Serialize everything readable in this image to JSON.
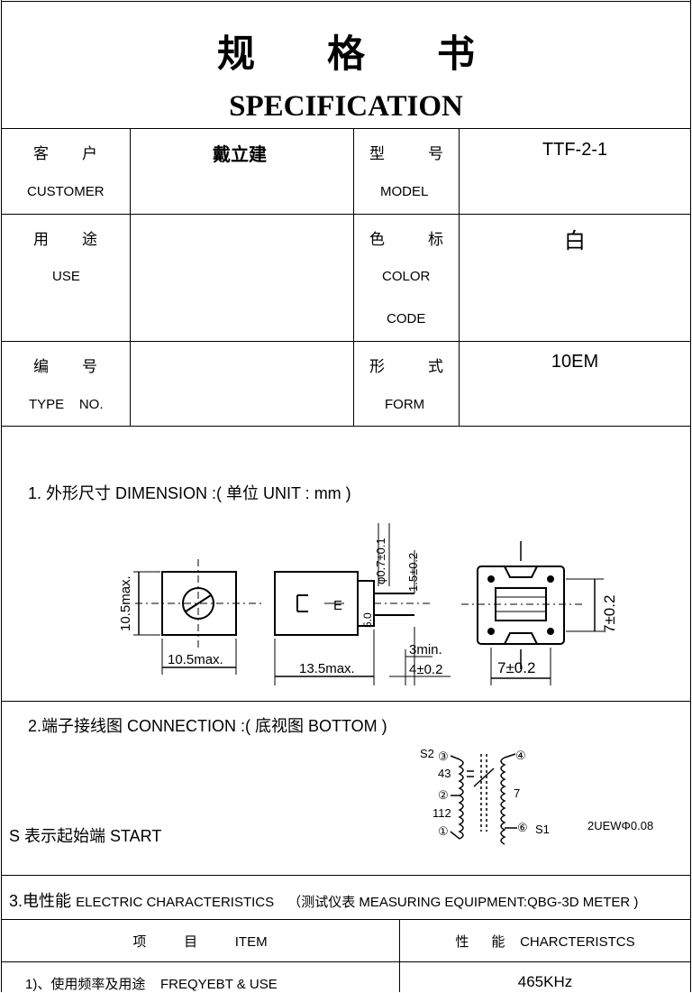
{
  "header": {
    "title_cn": [
      "规",
      "格",
      "书"
    ],
    "title_en": "SPECIFICATION"
  },
  "info": {
    "customer": {
      "label_cn": [
        "客",
        "户"
      ],
      "label_en": "CUSTOMER",
      "value": "戴立建"
    },
    "model": {
      "label_cn": [
        "型",
        "号"
      ],
      "label_en": "MODEL",
      "value": "TTF-2-1"
    },
    "use": {
      "label_cn": [
        "用",
        "途"
      ],
      "label_en": "USE",
      "value": ""
    },
    "color": {
      "label_cn": [
        "色",
        "标"
      ],
      "label_en_1": "COLOR",
      "label_en_2": "CODE",
      "value": "白"
    },
    "type_no": {
      "label_cn": [
        "编",
        "号"
      ],
      "label_en": "TYPE    NO.",
      "value": ""
    },
    "form": {
      "label_cn": [
        "形",
        "式"
      ],
      "label_en": "FORM",
      "value": "10EM"
    }
  },
  "dimension": {
    "heading": "1. 外形尺寸 DIMENSION :( 单位 UNIT : mm )",
    "labels": {
      "height": "10.5max.",
      "width": "10.5max.",
      "pin_dia": "φ0.7±0.1",
      "pin_len": "1.5±0.2",
      "pin_pitch": "5.0",
      "depth": "13.5max.",
      "pin_min": "3min.",
      "pin_ext": "4±0.2",
      "bottom_w": "7±0.2",
      "bottom_h": "7±0.2",
      "mark": "E"
    }
  },
  "connection": {
    "heading": "2.端子接线图 CONNECTION :( 底视图 BOTTOM )",
    "start_note": "S 表示起始端  START",
    "labels": {
      "s2": "S2",
      "s1": "S1",
      "p1": "①",
      "p2": "②",
      "p3": "③",
      "p4": "④",
      "p6": "⑥",
      "t43": "43",
      "t112": "112",
      "t7": "7",
      "wire": "2UEWΦ0.08"
    }
  },
  "electric": {
    "heading_main": "3.电性能",
    "heading_en": "ELECTRIC CHARACTERISTICS",
    "heading_equipment": "（测试仪表 MEASURING EQUIPMENT:QBG-3D METER )",
    "col_item": "项          目          ITEM",
    "col_perf": "性      能    CHARCTERISTCS",
    "rows": [
      {
        "item": "1)、使用频率及用途    FREQYEBT & USE",
        "value": "465KHz"
      }
    ]
  }
}
